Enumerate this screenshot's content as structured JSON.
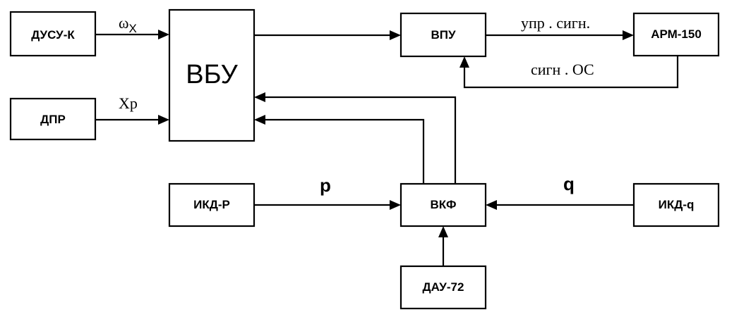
{
  "blocks": {
    "dusu_k": "ДУСУ-К",
    "dpr": "ДПР",
    "vbu": "ВБУ",
    "vpu": "ВПУ",
    "arm_150": "АРМ-150",
    "ikd_p": "ИКД-Р",
    "vkf": "ВКФ",
    "ikd_q": "ИКД-q",
    "dau_72": "ДАУ-72"
  },
  "signals": {
    "omega": "ω",
    "omega_sub": "X",
    "xp": "Xp",
    "upr_sign": "упр . сигн.",
    "sign_os": "сигн . ОС",
    "p": "p",
    "q": "q"
  }
}
